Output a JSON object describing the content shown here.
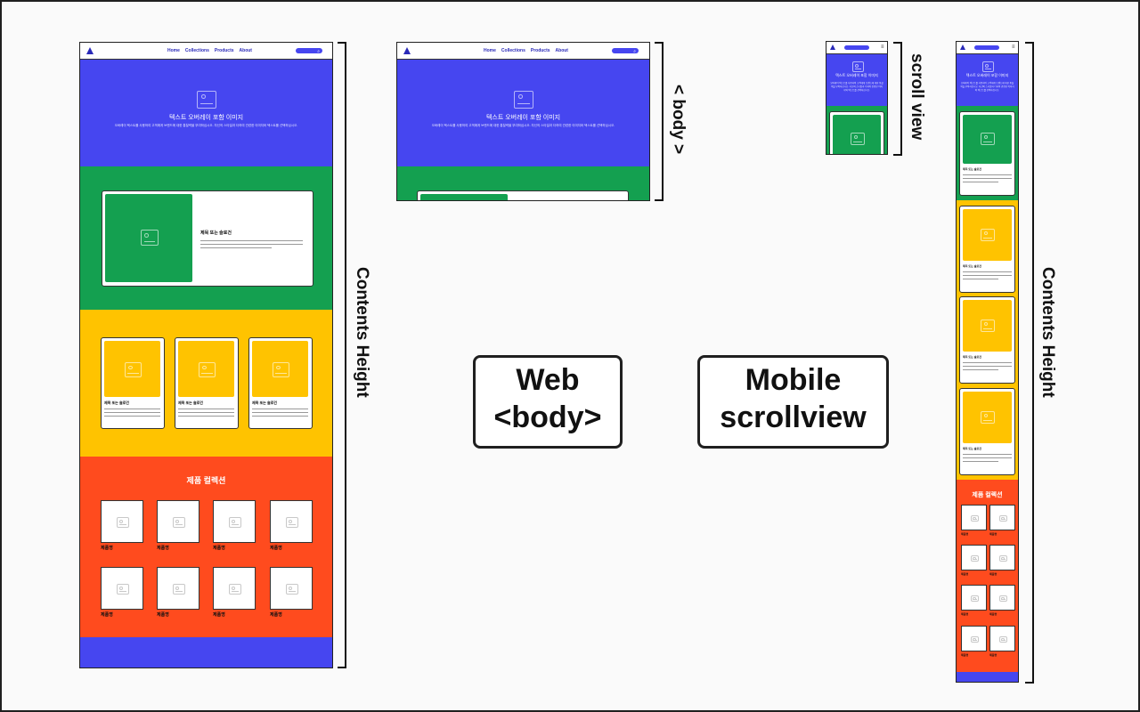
{
  "nav": {
    "links": [
      "Home",
      "Collections",
      "Products",
      "About"
    ],
    "search_icon": "magnifier-icon"
  },
  "hero": {
    "title": "텍스트 오버레이 포함 이미지",
    "description": "오버레이 텍스트를 사용하여 고객에게 브랜드에 대한 통찰력을 부여하십시오. 자신의 스타일과 더하여 관련한 이미지와 텍스트를 선택하십시오."
  },
  "feature": {
    "title": "제목 또는 슬로건"
  },
  "columns": {
    "items": [
      {
        "title": "제목 또는 슬로건"
      },
      {
        "title": "제목 또는 슬로건"
      },
      {
        "title": "제목 또는 슬로건"
      }
    ]
  },
  "collection": {
    "title": "제품 컬렉션",
    "product_label": "제품명"
  },
  "labels": {
    "web": "Web\n<body>",
    "mobile": "Mobile\nscrollview",
    "body_bracket": "< body >",
    "scroll_view": "scroll view",
    "contents_height": "Contents Height"
  },
  "colors": {
    "blue": "#4646f0",
    "green": "#14a050",
    "yellow": "#ffc300",
    "red": "#ff4b1e"
  }
}
